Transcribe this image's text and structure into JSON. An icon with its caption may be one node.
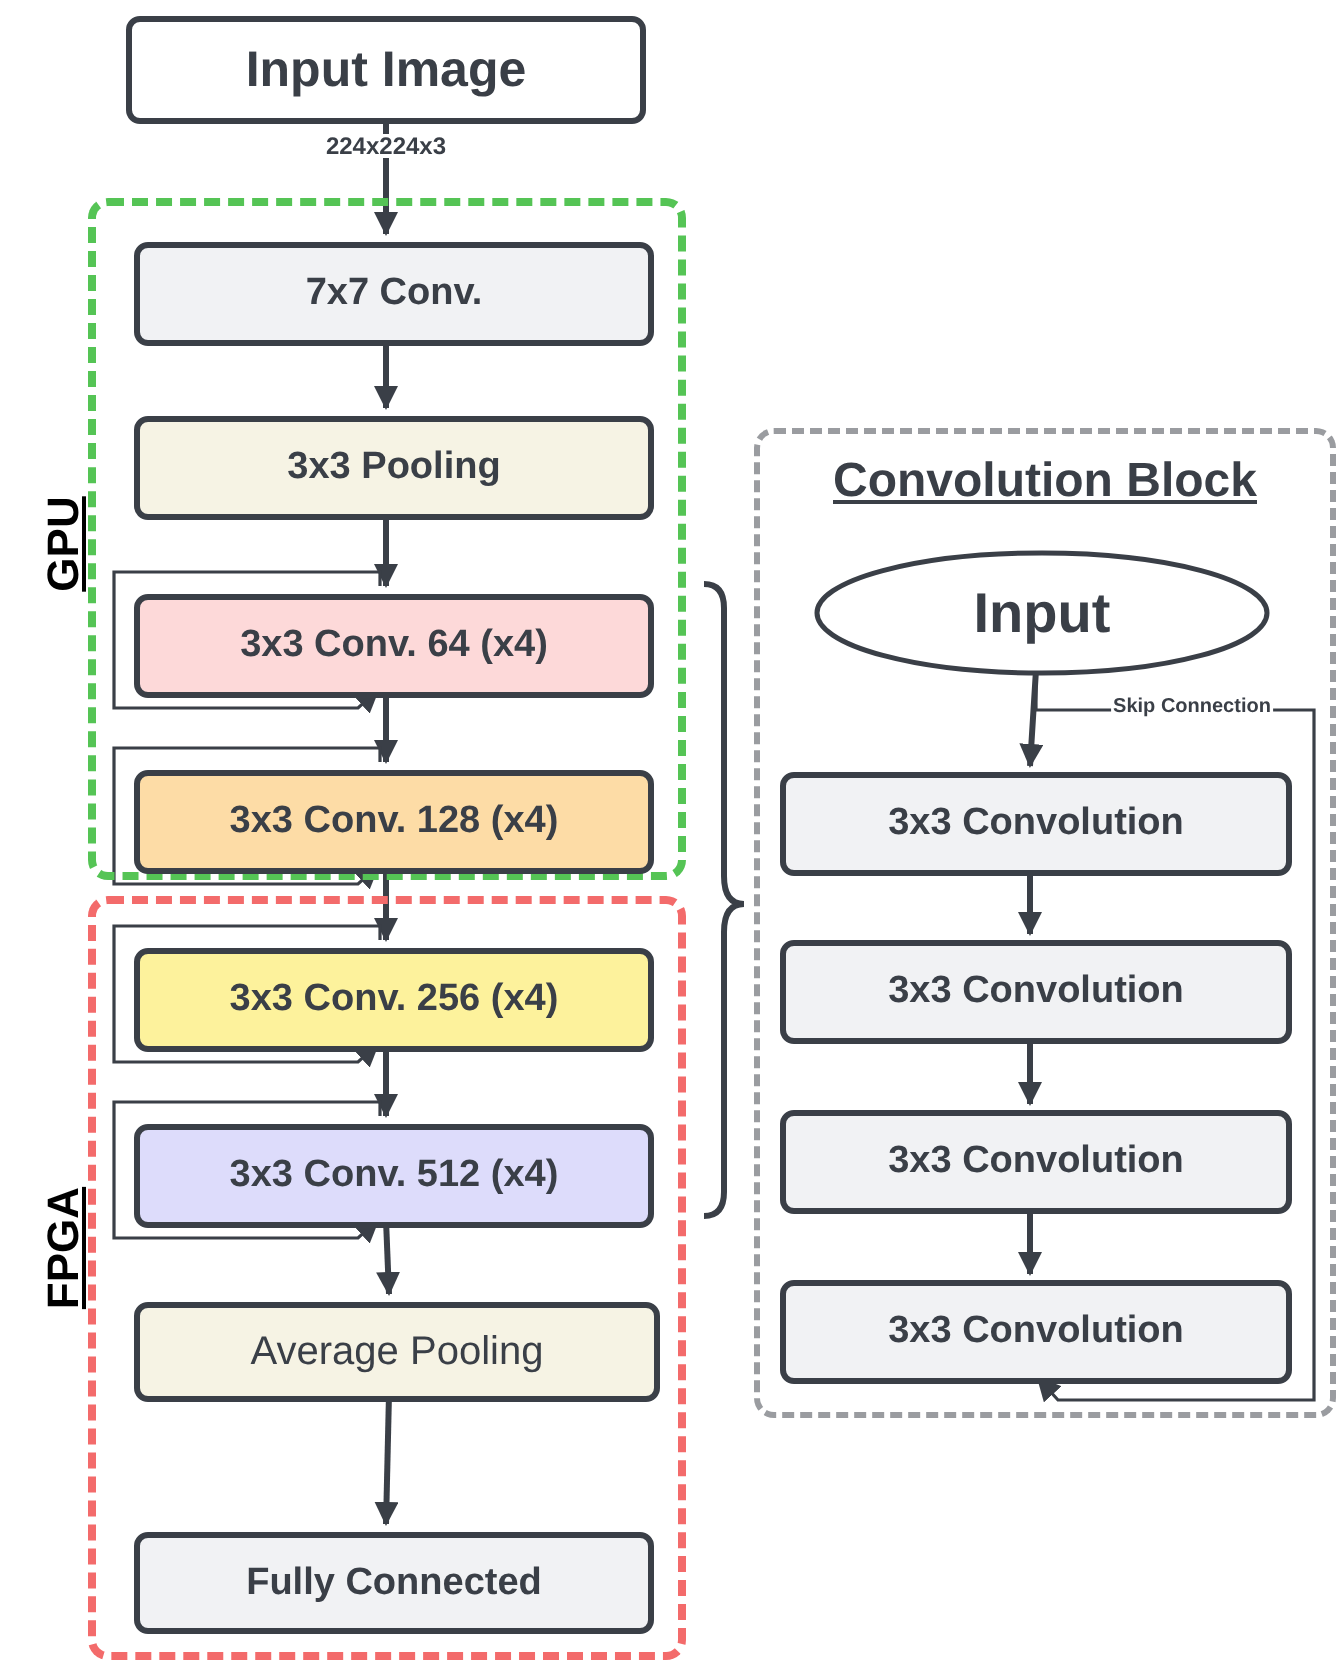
{
  "diagram": {
    "nodes": [
      {
        "text": [
          "Input Image"
        ]
      },
      {
        "text": [
          "GPU"
        ]
      },
      {
        "text": [
          "7x7 Conv."
        ],
        "in": 1
      },
      {
        "text": [
          "3x3 Pooling"
        ],
        "in": 1
      },
      {
        "text": [
          "3x3 Conv. 64 (x4)"
        ],
        "in": 1
      },
      {
        "text": [
          "3x3 Conv. 128 (x4)"
        ],
        "in": 1
      },
      {
        "text": [
          "FPGA"
        ]
      },
      {
        "text": [
          "3x3 Conv. 256 (x4)"
        ],
        "in": 6
      },
      {
        "text": [
          "3x3 Conv. 512 (x4)"
        ],
        "in": 6
      },
      {
        "text": [
          "Average Pooling"
        ],
        "in": 6
      },
      {
        "text": [
          "Fully Connected"
        ],
        "in": 6
      },
      {
        "text": [
          "Convolution Block"
        ]
      },
      {
        "text": [
          "Input"
        ],
        "in": 11
      },
      {
        "text": [
          "3x3 Convolution"
        ],
        "in": 11
      },
      {
        "text": [
          "3x3 Convolution"
        ],
        "in": 11
      },
      {
        "text": [
          "3x3 Convolution"
        ],
        "in": 11
      },
      {
        "text": [
          "3x3 Convolution"
        ],
        "in": 11
      }
    ],
    "edges": [
      {
        "from": 0,
        "to": 2,
        "arrow": "to",
        "label": "224x224x3"
      },
      {
        "from": 2,
        "to": 3,
        "arrow": "to"
      },
      {
        "from": 3,
        "to": 4,
        "arrow": "to"
      },
      {
        "from": 4,
        "to": 4,
        "arrow": "to"
      },
      {
        "from": 4,
        "to": 5,
        "arrow": "to"
      },
      {
        "from": 5,
        "to": 5,
        "arrow": "to"
      },
      {
        "from": 5,
        "to": 7,
        "arrow": "to"
      },
      {
        "from": 7,
        "to": 7,
        "arrow": "to"
      },
      {
        "from": 7,
        "to": 8,
        "arrow": "to"
      },
      {
        "from": 8,
        "to": 8,
        "arrow": "to"
      },
      {
        "from": 8,
        "to": 9,
        "arrow": "to"
      },
      {
        "from": 9,
        "to": 10,
        "arrow": "to"
      },
      {
        "from": 12,
        "to": 13,
        "arrow": "to"
      },
      {
        "from": 13,
        "to": 14,
        "arrow": "to"
      },
      {
        "from": 14,
        "to": 15,
        "arrow": "to"
      },
      {
        "from": 15,
        "to": 16,
        "arrow": "to"
      },
      {
        "from": 12,
        "to": 16,
        "arrow": "to",
        "label": "Skip Connection"
      }
    ]
  }
}
